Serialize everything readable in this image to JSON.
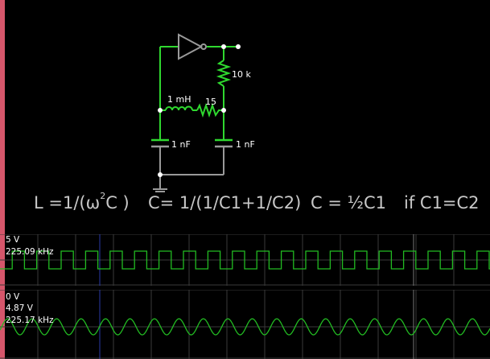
{
  "components": {
    "resistor_top": "10 k",
    "inductor": "1 mH",
    "resistor_mid": "15",
    "capacitor_left": "1 nF",
    "capacitor_right": "1 nF"
  },
  "formula": {
    "part1_pre": "L =1/(ω",
    "part1_sup": "2",
    "part1_post": "C )",
    "part2": "C= 1/(1/C1+1/C2)",
    "part3": "C = ½C1",
    "part4": "if C1=C2"
  },
  "scope1": {
    "max_label": "5 V",
    "freq_label": "225.09 kHz",
    "min_label": "0 V"
  },
  "scope2": {
    "max_label": "4.87 V",
    "freq_label": "225.17 kHz"
  },
  "colors": {
    "wire_active": "#2fd82f",
    "wire_inactive": "#9a9a9a",
    "trace": "#22bb22",
    "grid": "#3a3a3a",
    "cursor_blue": "#2a3aa8",
    "left_bar": "#d5566b"
  }
}
